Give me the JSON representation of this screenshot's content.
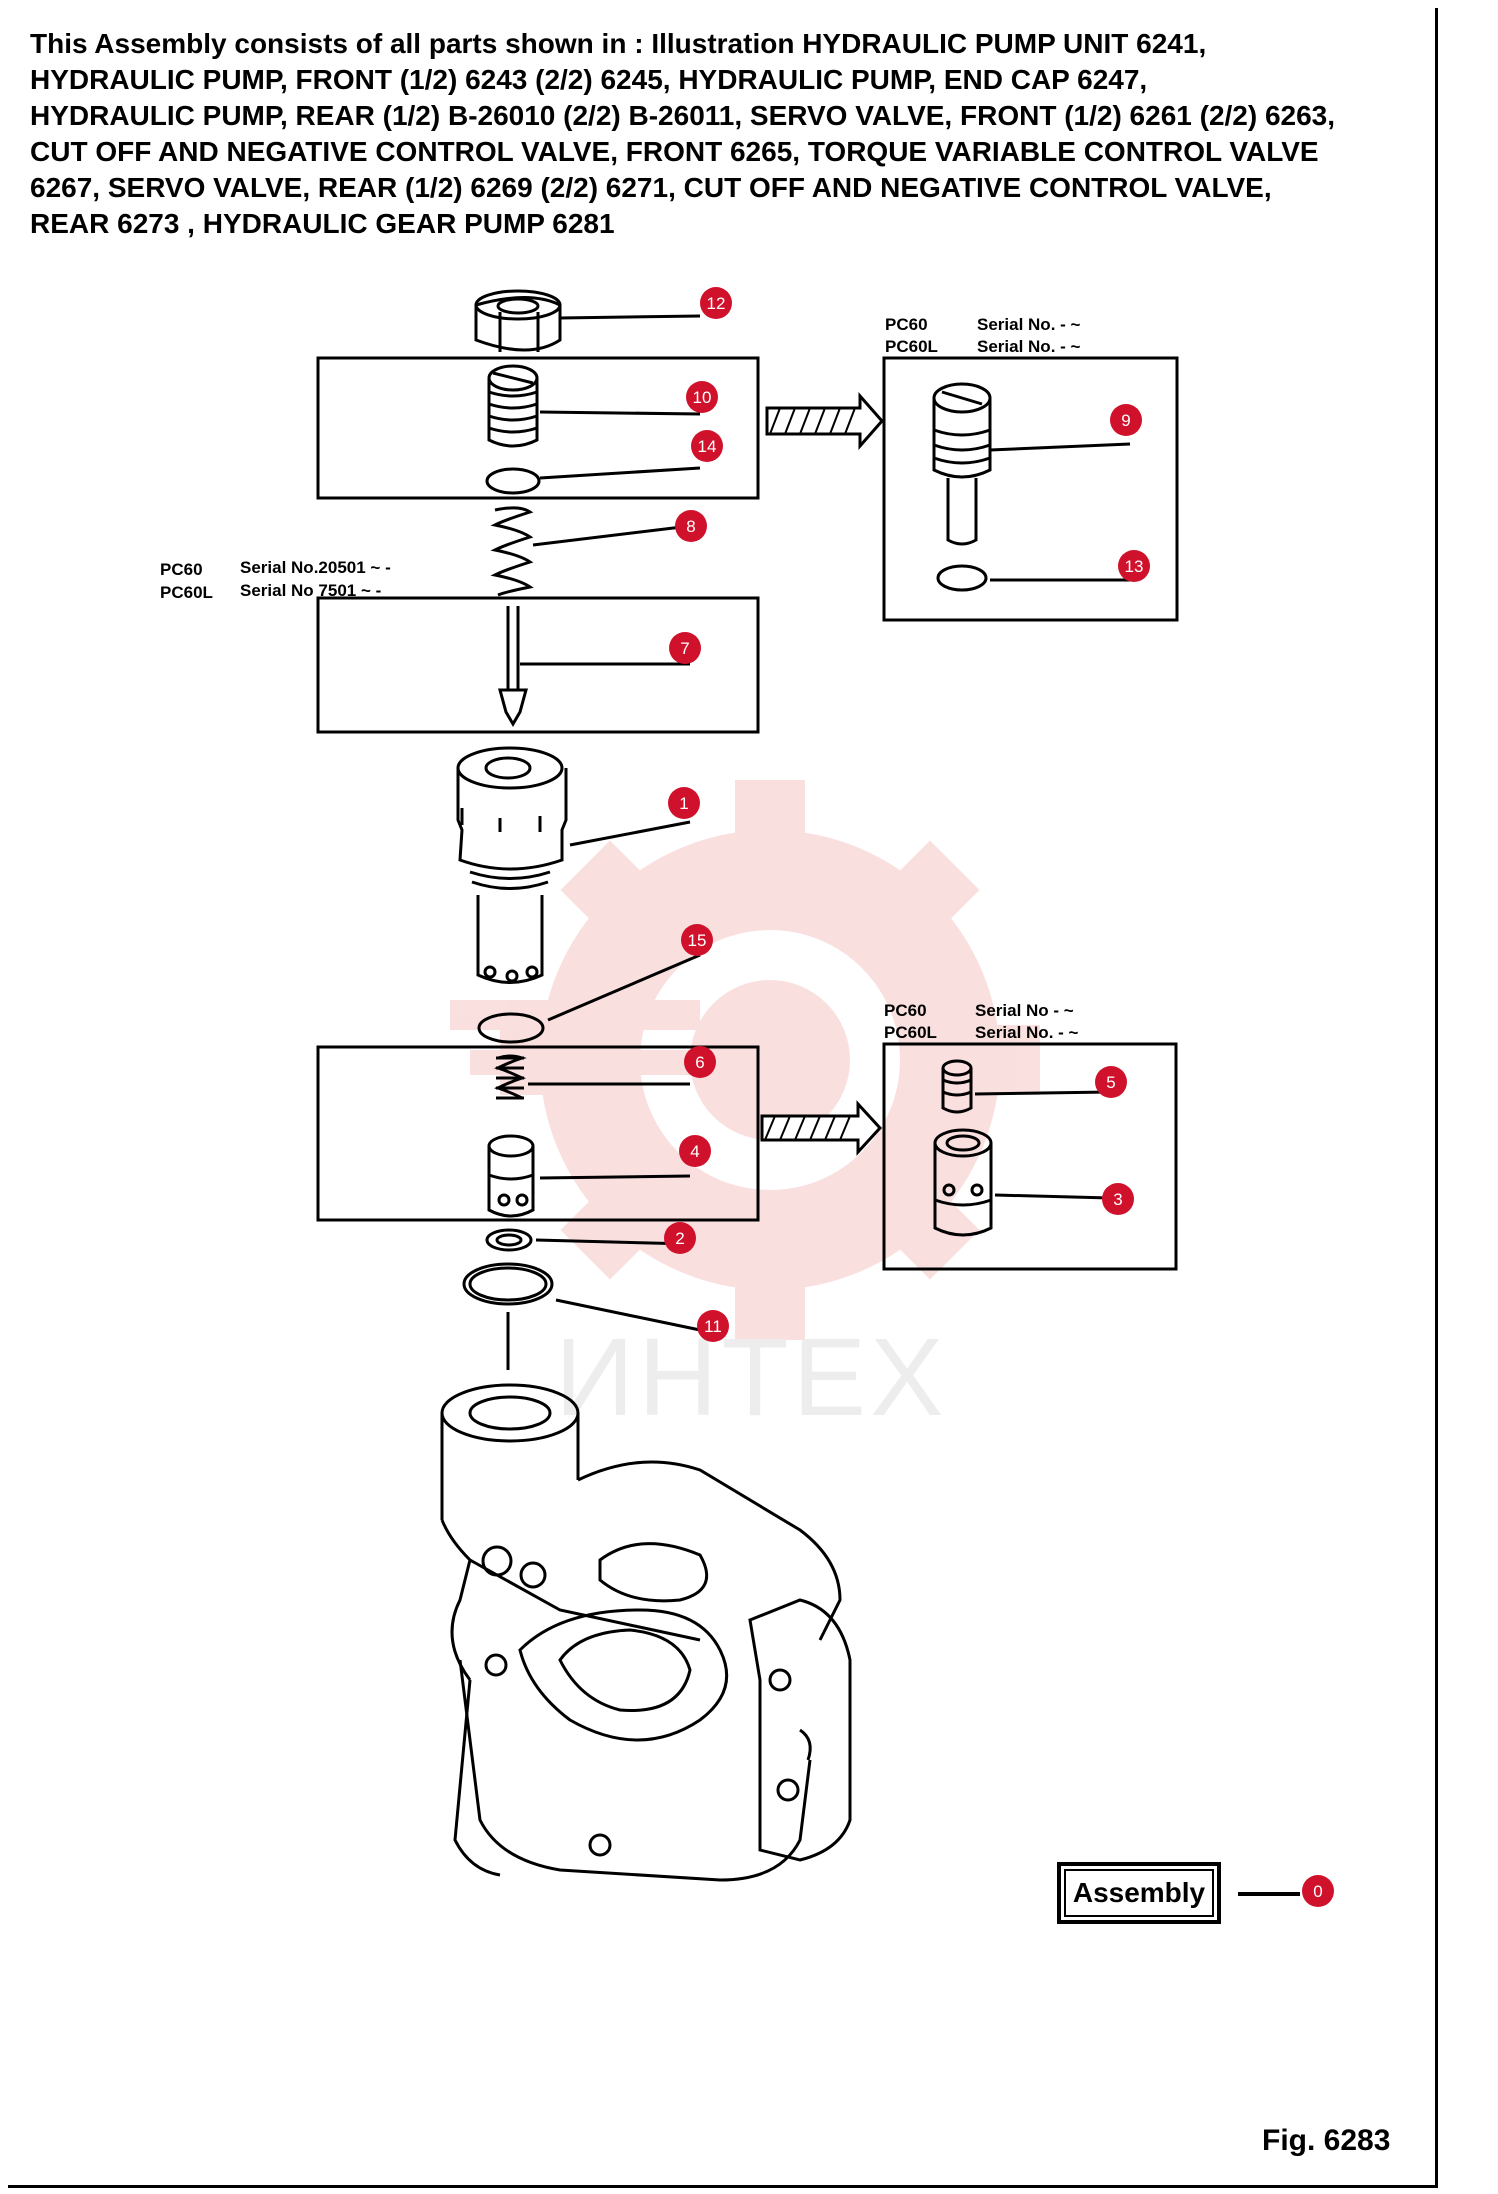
{
  "header": {
    "text": "This Assembly consists of all parts shown in : Illustration HYDRAULIC PUMP UNIT 6241,\nHYDRAULIC PUMP, FRONT (1/2) 6243  (2/2) 6245, HYDRAULIC PUMP, END CAP 6247,\nHYDRAULIC PUMP, REAR (1/2) B-26010 (2/2) B-26011, SERVO VALVE, FRONT (1/2) 6261 (2/2) 6263,\nCUT OFF AND NEGATIVE CONTROL VALVE, FRONT 6265, TORQUE VARIABLE CONTROL VALVE\n6267, SERVO VALVE, REAR (1/2) 6269 (2/2) 6271, CUT OFF AND  NEGATIVE CONTROL VALVE,\nREAR 6273 , HYDRAULIC GEAR PUMP 6281"
  },
  "serial_notes": {
    "top_right_line1_model": "PC60",
    "top_right_line1_serial": "Serial No. - ~",
    "top_right_line2_model": "PC60L",
    "top_right_line2_serial": "Serial No. - ~",
    "left_line1_model": "PC60",
    "left_line1_serial": "Serial No.20501 ~ -",
    "left_line2_model": "PC60L",
    "left_line2_serial": "Serial No 7501 ~ -",
    "bottom_right_line1_model": "PC60",
    "bottom_right_line1_serial": "Serial No - ~",
    "bottom_right_line2_model": "PC60L",
    "bottom_right_line2_serial": "Serial No. - ~"
  },
  "callouts": {
    "c12": "12",
    "c10": "10",
    "c14": "14",
    "c9": "9",
    "c8": "8",
    "c13": "13",
    "c7": "7",
    "c1": "1",
    "c15": "15",
    "c6": "6",
    "c5": "5",
    "c4": "4",
    "c3": "3",
    "c2": "2",
    "c11": "11",
    "c0": "0"
  },
  "assembly_label": "Assembly",
  "figure_label": "Fig. 6283",
  "watermark": "ИНТЕХ",
  "colors": {
    "callout": "#d0112b",
    "watermark": "#f5b8b8",
    "ink": "#000000"
  }
}
